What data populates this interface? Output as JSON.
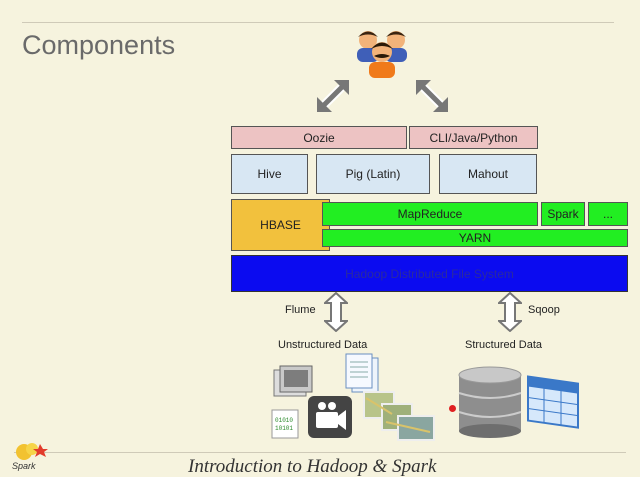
{
  "title": "Components",
  "layers": {
    "oozie": "Oozie",
    "cli": "CLI/Java/Python",
    "hive": "Hive",
    "pig": "Pig (Latin)",
    "mahout": "Mahout",
    "hbase": "HBASE",
    "mapreduce": "MapReduce",
    "spark": "Spark",
    "more": "...",
    "yarn": "YARN",
    "hdfs": "Hadoop Distributed File System"
  },
  "ingest": {
    "flume": "Flume",
    "sqoop": "Sqoop",
    "unstructured": "Unstructured Data",
    "structured": "Structured Data"
  },
  "footer": "Introduction to Hadoop & Spark",
  "logo_text": "Spark",
  "colors": {
    "oozie_row": "#edc3c3",
    "tools_row": "#d8e7f3",
    "hbase": "#f2c13d",
    "compute": "#22ee22",
    "hdfs": "#0b0bf0"
  }
}
